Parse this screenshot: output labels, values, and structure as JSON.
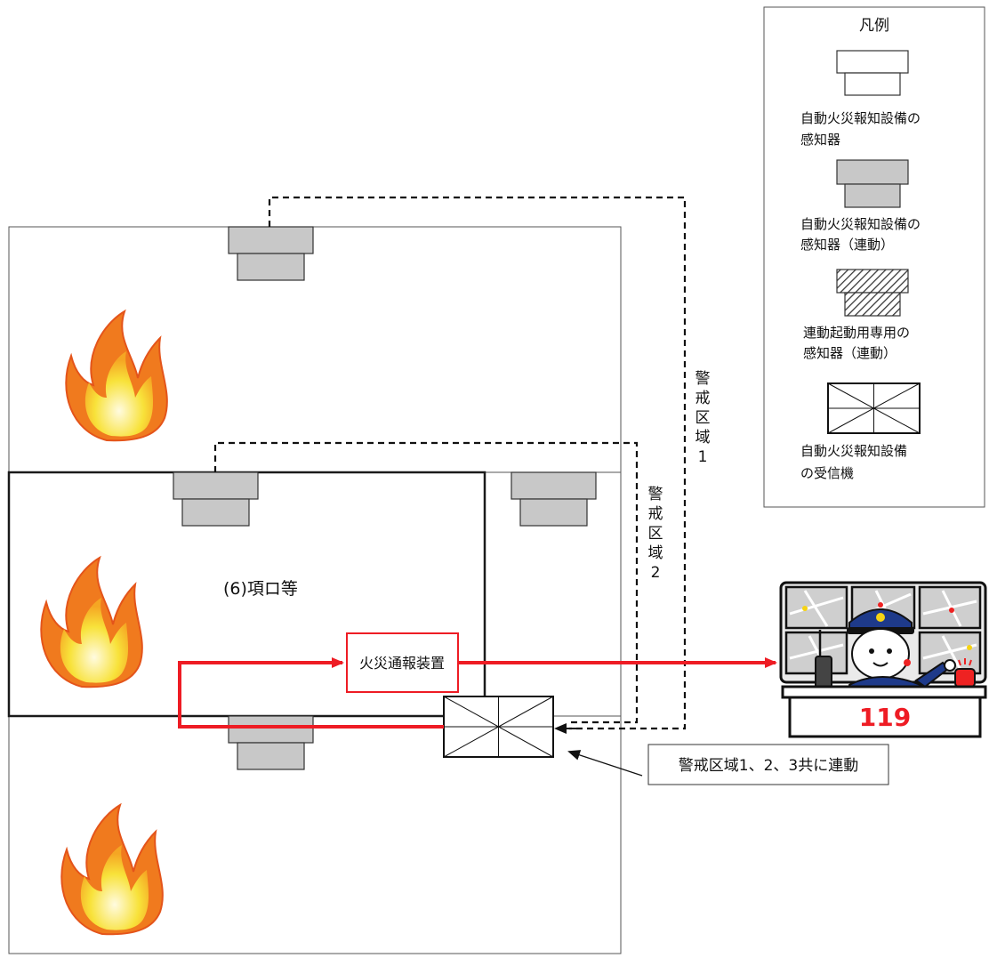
{
  "legend": {
    "title": "凡例",
    "items": [
      {
        "line1": "自動火災報知設備の",
        "line2": "感知器"
      },
      {
        "line1": "自動火災報知設備の",
        "line2": "感知器（連動）"
      },
      {
        "line1": "連動起動用専用の",
        "line2": "感知器（連動）"
      },
      {
        "line1": "自動火災報知設備",
        "line2": "の受信機"
      }
    ]
  },
  "zones": {
    "zone1": [
      "警",
      "戒",
      "区",
      "域",
      "1"
    ],
    "zone2": [
      "警",
      "戒",
      "区",
      "域",
      "2"
    ]
  },
  "room_label": "(6)項ロ等",
  "device_label": "火災通報装置",
  "callout_label": "警戒区域1、2、3共に連動",
  "console_number": "119",
  "colors": {
    "signal": "#ee1c24",
    "detector_fill": "#c8c8c8",
    "frame": "#222222"
  }
}
